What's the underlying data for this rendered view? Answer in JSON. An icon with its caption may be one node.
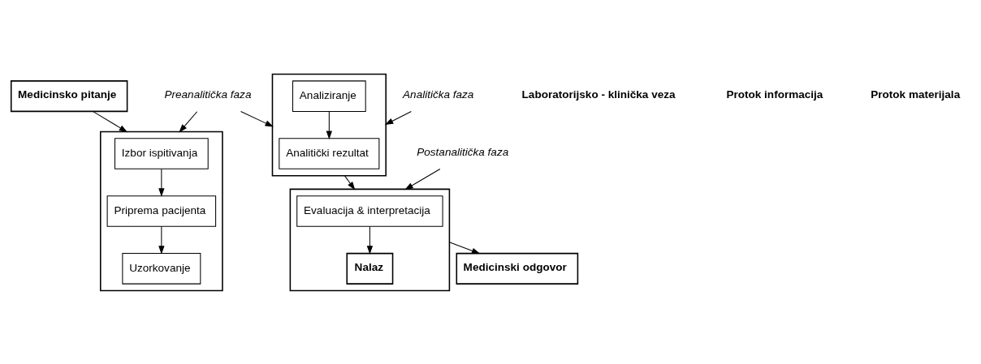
{
  "diagram": {
    "nodes": [
      {
        "text": [
          "Medicinsko pitanje"
        ]
      },
      {
        "text": [
          "Medicinski odgovor"
        ]
      },
      {
        "text": [],
        "shape": "box"
      },
      {
        "text": [
          "Izbor ispitivanja"
        ],
        "in": 2
      },
      {
        "text": [
          "Priprema pacijenta"
        ],
        "in": 2
      },
      {
        "text": [
          "Uzorkovanje"
        ],
        "in": 2
      },
      {
        "text": [],
        "shape": "box"
      },
      {
        "text": [
          "Evaluacija & interpretacija"
        ],
        "in": 6
      },
      {
        "text": [
          "Nalaz"
        ],
        "in": 6
      },
      {
        "text": [],
        "shape": "box"
      },
      {
        "text": [
          "Analitički rezultat"
        ],
        "in": 9
      },
      {
        "text": [
          "Analiziranje"
        ],
        "in": 9
      },
      {
        "text": [
          "Preanalitička faza"
        ]
      },
      {
        "text": [
          "Analitička faza"
        ]
      },
      {
        "text": [
          "Postanalitička faza"
        ]
      }
    ],
    "edges": [
      {
        "from": 0,
        "to": 2,
        "arrow": "to"
      },
      {
        "from": 6,
        "to": 1,
        "arrow": "to"
      },
      {
        "from": 3,
        "to": 4,
        "arrow": "to"
      },
      {
        "from": 4,
        "to": 5,
        "arrow": "to"
      },
      {
        "from": 12,
        "to": 2,
        "arrow": "to"
      },
      {
        "from": 12,
        "to": 9,
        "arrow": "to"
      },
      {
        "from": 11,
        "to": 10,
        "arrow": "to"
      },
      {
        "from": 9,
        "to": 6,
        "arrow": "to"
      },
      {
        "from": 7,
        "to": 8,
        "arrow": "to"
      },
      {
        "from": 13,
        "to": 9,
        "arrow": "to"
      },
      {
        "from": 14,
        "to": 6,
        "arrow": "to"
      }
    ],
    "labels": [
      "Laboratorijsko - klinička veza",
      "Protok informacija",
      "Protok materijala"
    ]
  }
}
